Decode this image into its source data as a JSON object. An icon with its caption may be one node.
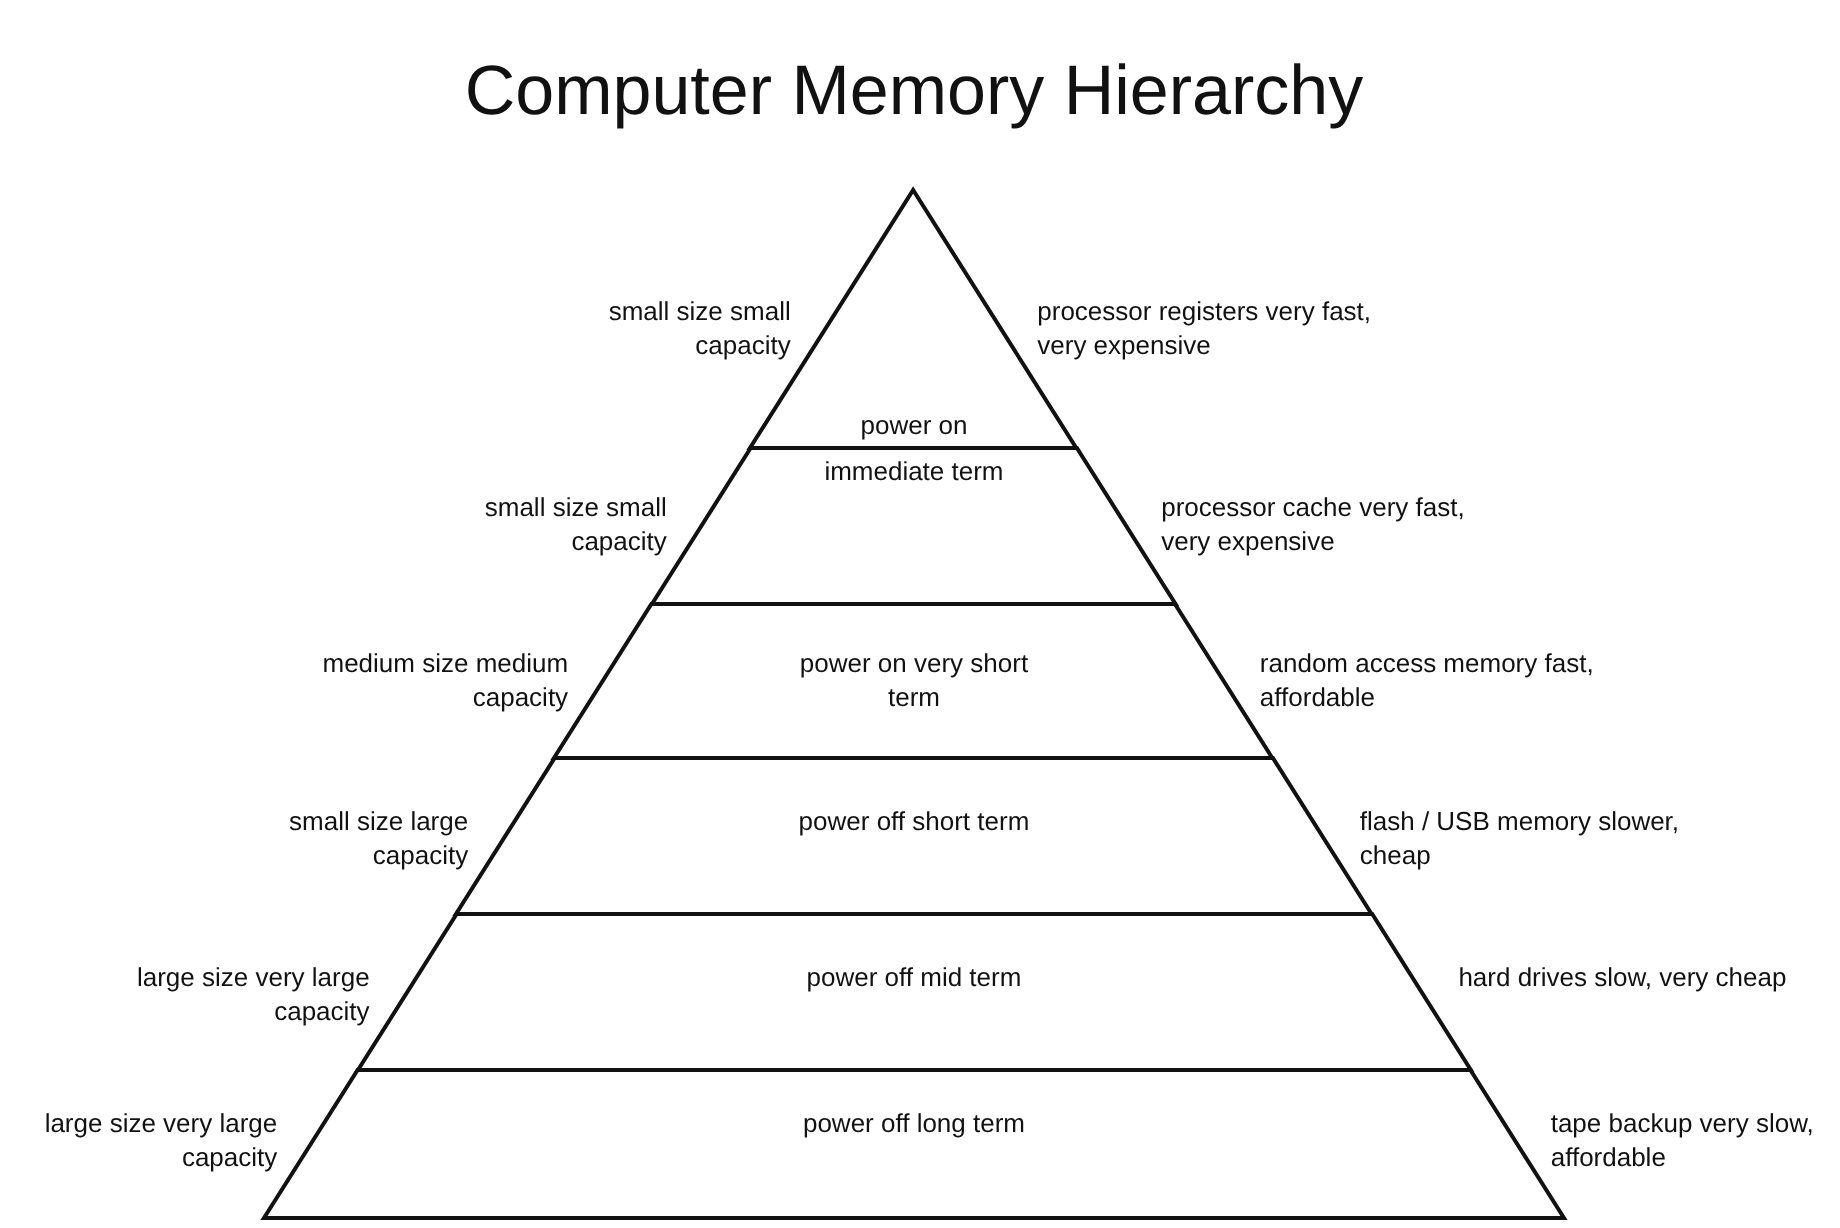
{
  "diagram": {
    "title": "Computer Memory Hierarchy",
    "nodes": [
      {
        "text": [
          "power on"
        ],
        "beside": [
          "small size small capacity",
          "processor registers very fast, very expensive"
        ]
      },
      {
        "text": [
          "immediate term"
        ],
        "beside": [
          "small size small capacity",
          "processor cache very fast, very expensive"
        ]
      },
      {
        "text": [
          "power on very short term"
        ],
        "beside": [
          "medium size medium capacity",
          "random access memory fast, affordable"
        ]
      },
      {
        "text": [
          "power off short term"
        ],
        "beside": [
          "small size large capacity",
          "flash / USB memory slower, cheap"
        ]
      },
      {
        "text": [
          "power off mid term"
        ],
        "beside": [
          "large size very large capacity",
          "hard drives slow, very cheap"
        ]
      },
      {
        "text": [
          "power off long term"
        ],
        "beside": [
          "large size very large capacity",
          "tape backup very slow, affordable"
        ]
      }
    ],
    "edges": []
  }
}
